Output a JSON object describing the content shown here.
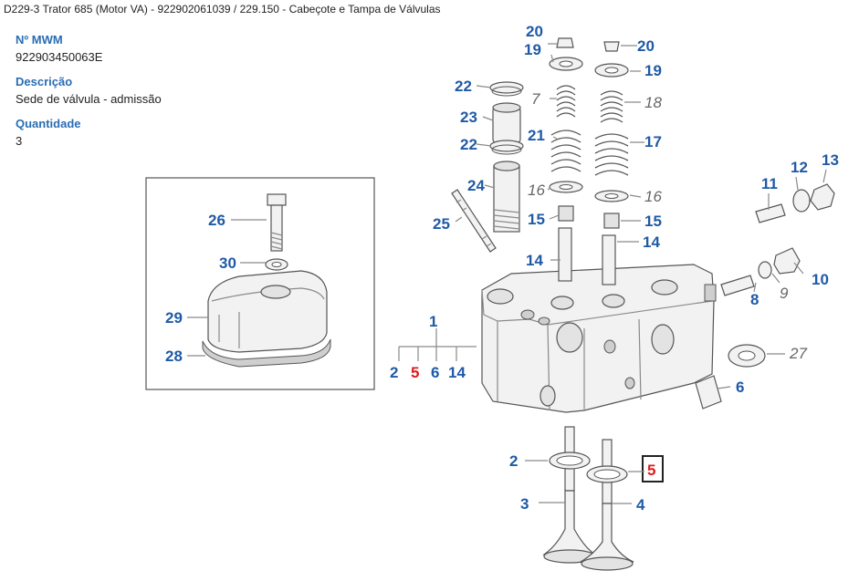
{
  "breadcrumb": "D229-3 Trator 685 (Motor VA) - 922902061039  /  229.150 - Cabeçote e Tampa de Válvulas",
  "details": {
    "mwm_label": "Nº MWM",
    "mwm_value": "922903450063E",
    "desc_label": "Descrição",
    "desc_value": "Sede de válvula - admissão",
    "qty_label": "Quantidade",
    "qty_value": "3"
  },
  "callouts": {
    "c1": "1",
    "c2a": "2",
    "c5a": "5",
    "c6a": "6",
    "c14a": "14",
    "c2b": "2",
    "c3": "3",
    "c4": "4",
    "c5b": "5",
    "c6b": "6",
    "c7": "7",
    "c8": "8",
    "c9": "9",
    "c10": "10",
    "c11": "11",
    "c12": "12",
    "c13": "13",
    "c14b": "14",
    "c14c": "14",
    "c15a": "15",
    "c15b": "15",
    "c16a": "16",
    "c16b": "16",
    "c17": "17",
    "c18": "18",
    "c19a": "19",
    "c19b": "19",
    "c20a": "20",
    "c20b": "20",
    "c21": "21",
    "c22a": "22",
    "c22b": "22",
    "c23": "23",
    "c24": "24",
    "c25": "25",
    "c26": "26",
    "c27": "27",
    "c28": "28",
    "c29": "29",
    "c30": "30"
  },
  "colors": {
    "label_blue": "#1f5aa6",
    "highlight_red": "#e01b1b",
    "italic_grey": "#666666"
  }
}
